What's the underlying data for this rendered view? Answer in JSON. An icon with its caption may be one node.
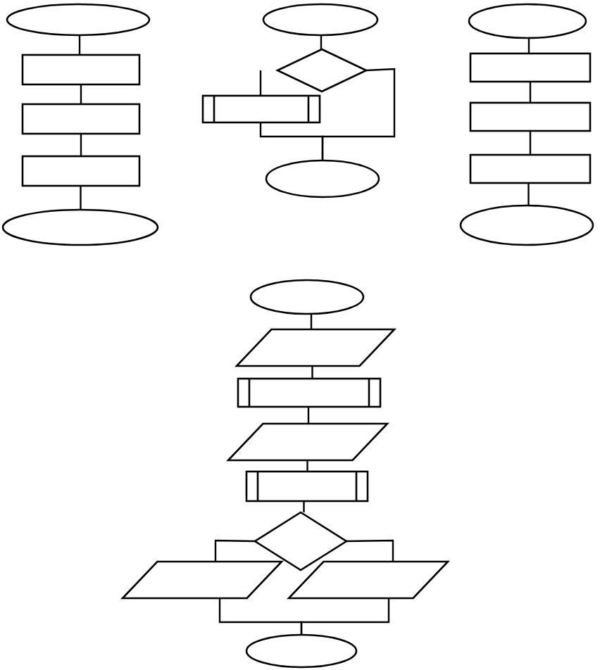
{
  "diagram": {
    "nodes": [
      {
        "text": [],
        "shape": "ellipse"
      },
      {
        "text": [],
        "shape": "box"
      },
      {
        "text": [],
        "shape": "box"
      },
      {
        "text": [],
        "shape": "box"
      },
      {
        "text": [],
        "shape": "ellipse"
      },
      {
        "text": [],
        "shape": "ellipse"
      },
      {
        "text": [],
        "shape": "diamond"
      },
      {
        "text": [],
        "shape": "subroutine"
      },
      {
        "text": [],
        "shape": "ellipse"
      },
      {
        "text": [],
        "shape": "ellipse"
      },
      {
        "text": [],
        "shape": "box"
      },
      {
        "text": [],
        "shape": "box"
      },
      {
        "text": [],
        "shape": "box"
      },
      {
        "text": [],
        "shape": "ellipse"
      },
      {
        "text": [],
        "shape": "ellipse"
      },
      {
        "text": [],
        "shape": "parallelogram"
      },
      {
        "text": [],
        "shape": "subroutine"
      },
      {
        "text": [],
        "shape": "parallelogram"
      },
      {
        "text": [],
        "shape": "subroutine"
      },
      {
        "text": [],
        "shape": "diamond"
      },
      {
        "text": [],
        "shape": "parallelogram"
      },
      {
        "text": [],
        "shape": "parallelogram"
      },
      {
        "text": [],
        "shape": "ellipse"
      }
    ],
    "edges": [
      {
        "from": 0,
        "to": 1,
        "arrow": "none"
      },
      {
        "from": 1,
        "to": 2,
        "arrow": "none"
      },
      {
        "from": 2,
        "to": 3,
        "arrow": "none"
      },
      {
        "from": 3,
        "to": 4,
        "arrow": "none"
      },
      {
        "from": 5,
        "to": 6,
        "arrow": "none"
      },
      {
        "from": null,
        "to": 7,
        "arrow": "none"
      },
      {
        "from": 6,
        "to": 8,
        "arrow": "none"
      },
      {
        "from": 7,
        "to": 8,
        "arrow": "none"
      },
      {
        "from": 9,
        "to": 10,
        "arrow": "none"
      },
      {
        "from": 10,
        "to": 11,
        "arrow": "none"
      },
      {
        "from": 11,
        "to": 12,
        "arrow": "none"
      },
      {
        "from": 12,
        "to": 13,
        "arrow": "none"
      },
      {
        "from": 14,
        "to": 15,
        "arrow": "none"
      },
      {
        "from": 15,
        "to": 16,
        "arrow": "none"
      },
      {
        "from": 16,
        "to": 17,
        "arrow": "none"
      },
      {
        "from": 17,
        "to": 18,
        "arrow": "none"
      },
      {
        "from": 18,
        "to": 19,
        "arrow": "none"
      },
      {
        "from": 19,
        "to": 20,
        "arrow": "none"
      },
      {
        "from": 19,
        "to": 21,
        "arrow": "none"
      },
      {
        "from": 20,
        "to": 22,
        "arrow": "none"
      },
      {
        "from": 21,
        "to": 22,
        "arrow": "none"
      }
    ]
  }
}
